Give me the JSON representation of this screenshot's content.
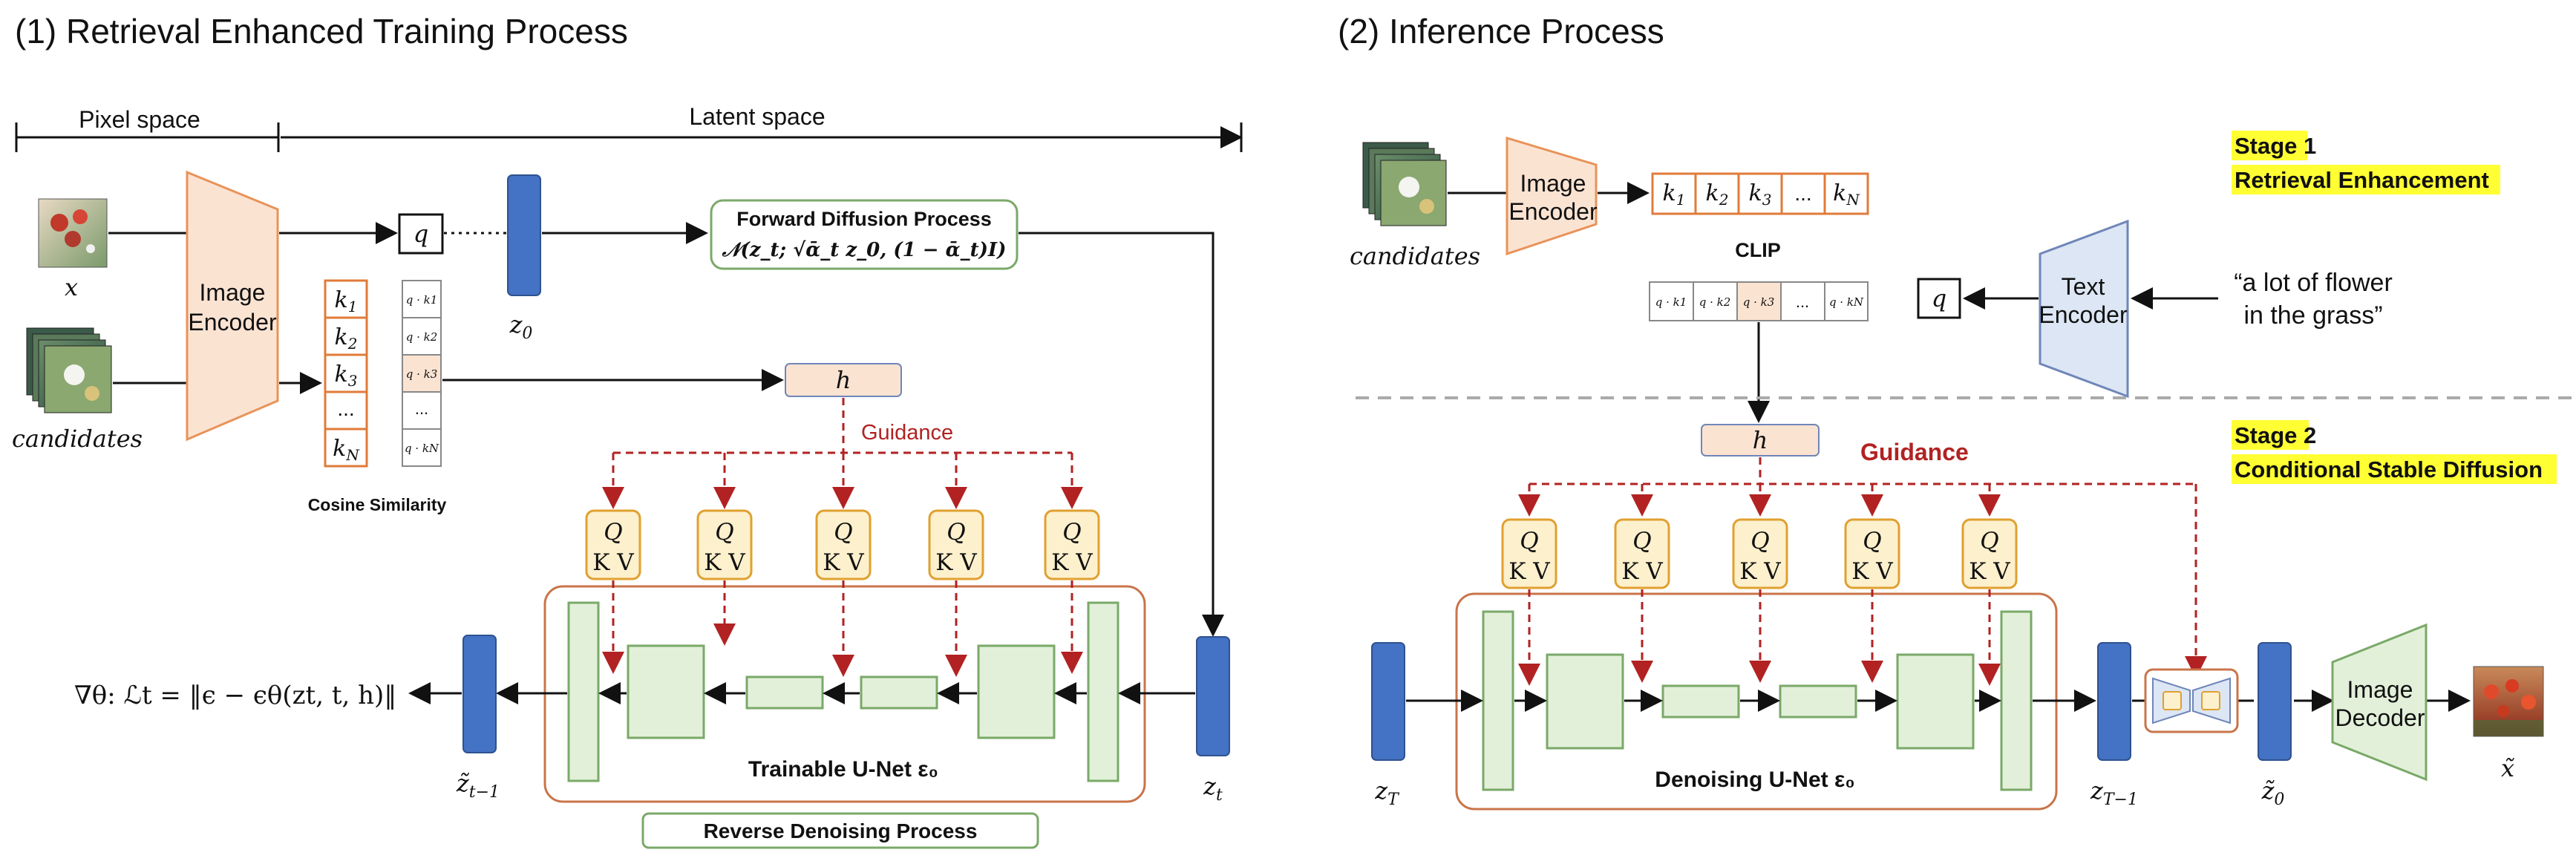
{
  "left_panel": {
    "title": "(1) Retrieval Enhanced Training Process",
    "pixel_space": "Pixel space",
    "latent_space": "Latent space",
    "x_label": "x",
    "candidates_label": "candidates",
    "image_encoder": [
      "Image",
      "Encoder"
    ],
    "keys": [
      "k1",
      "k2",
      "k3",
      "...",
      "kN"
    ],
    "similarities": [
      "q · k1",
      "q · k2",
      "q · k3",
      "...",
      "q · kN"
    ],
    "cosine_similarity": "Cosine Similarity",
    "q_label": "q",
    "z0_label": "z0",
    "forward_diffusion_title": "Forward Diffusion Process",
    "forward_diffusion_formula": "𝒩(z_t; √ᾱ_t z_0, (1 − ᾱ_t)I)",
    "h_label": "h",
    "guidance": "Guidance",
    "qkv_q": "Q",
    "qkv_kv": "K V",
    "unet_label": "Trainable U-Net ε₀",
    "zt_label": "z_t",
    "zt1_label": "z̃_{t−1}",
    "loss": "∇θ: ℒt = ‖ϵ − ϵθ(zt, t, h)‖",
    "reverse_denoising": "Reverse Denoising Process"
  },
  "right_panel": {
    "title": "(2) Inference Process",
    "candidates_label": "candidates",
    "image_encoder": [
      "Image",
      "Encoder"
    ],
    "keys": [
      "k1",
      "k2",
      "k3",
      "...",
      "kN"
    ],
    "clip_label": "CLIP",
    "similarities": [
      "q · k1",
      "q · k2",
      "q · k3",
      "...",
      "q · kN"
    ],
    "q_label": "q",
    "text_encoder": [
      "Text",
      "Encoder"
    ],
    "prompt": [
      "“a lot of flower",
      "in the grass”"
    ],
    "stage1_line1": "Stage 1",
    "stage1_line2": "Retrieval Enhancement",
    "stage2_line1": "Stage 2",
    "stage2_line2": "Conditional Stable Diffusion",
    "h_label": "h",
    "guidance": "Guidance",
    "qkv_q": "Q",
    "qkv_kv": "K V",
    "unet_label": "Denoising U-Net ε₀",
    "zT_label": "z_T",
    "zT1_label": "z_{T−1}",
    "z0_label": "z̃_0",
    "image_decoder": [
      "Image",
      "Decoder"
    ],
    "output_label": "x̃"
  },
  "colors": {
    "encoder_fill": "#fbe3d2",
    "encoder_stroke": "#e8935a",
    "text_encoder_fill": "#dce6f4",
    "text_encoder_stroke": "#6f86b8",
    "latent_blue": "#4472c4",
    "key_stroke": "#e07b39",
    "qkv_fill": "#fdf0cc",
    "qkv_stroke": "#e0a030",
    "unet_fill": "#e2f0d9",
    "unet_stroke": "#7aa968",
    "unet_frame": "#c9744a",
    "guidance_red": "#b22222",
    "h_fill": "#fbe3d2",
    "highlight_yellow": "#ffff33",
    "divider_gray": "#aaaaaa"
  },
  "icons": [
    "painting-thumbnail-icon",
    "image-stack-icon",
    "painting-output-icon"
  ]
}
